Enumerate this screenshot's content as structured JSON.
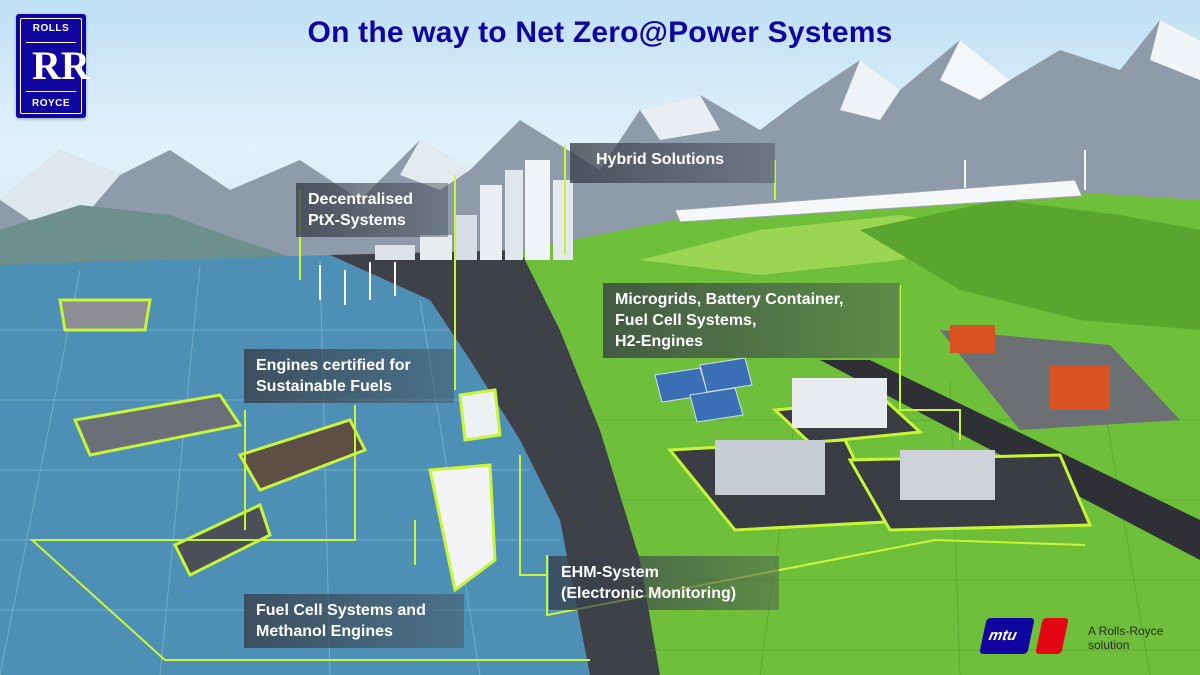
{
  "header": {
    "title": "On the way to Net Zero@Power Systems"
  },
  "brand": {
    "rr_top": "ROLLS",
    "rr_monogram": "RR",
    "rr_bottom": "ROYCE",
    "rr_color": "#10069f",
    "mtu_logo": "mtu",
    "mtu_blue": "#10069f",
    "mtu_red": "#e30613",
    "tagline_line1": "A Rolls-Royce",
    "tagline_line2": "solution"
  },
  "labels": {
    "decentralised": {
      "line1": "Decentralised",
      "line2": "PtX-Systems"
    },
    "hybrid": {
      "line1": "Hybrid Solutions"
    },
    "microgrids": {
      "line1": "Microgrids, Battery Container,",
      "line2": "Fuel Cell Systems,",
      "line3": "H2-Engines"
    },
    "engines_certified": {
      "line1": "Engines certified for",
      "line2": "Sustainable Fuels"
    },
    "ehm": {
      "line1": "EHM-System",
      "line2": "(Electronic Monitoring)"
    },
    "fuel_cell": {
      "line1": "Fuel Cell Systems and",
      "line2": "Methanol Engines"
    }
  },
  "colors": {
    "accent_line": "#c8f53a",
    "land": "#6fbf3a",
    "sea": "#4e8fb5"
  }
}
